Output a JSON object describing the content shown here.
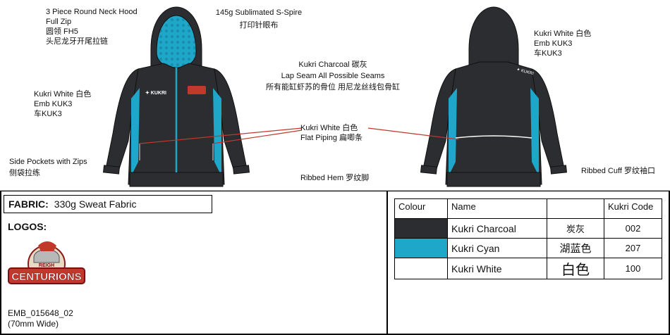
{
  "notes": {
    "hood_1": "3 Piece Round Neck Hood",
    "hood_2": "Full Zip",
    "hood_3": "圆领 FH5",
    "hood_4": "头尼龙牙开尾拉链",
    "spire_1": "145g Sublimated S-Spire",
    "spire_2": "打印针眼布",
    "charcoal_1": "Kukri Charcoal  碳灰",
    "charcoal_2": "Lap Seam All Possible Seams",
    "charcoal_3": "所有能缸虾苏的骨位 用尼龙丝线包骨缸",
    "left_white_1": "Kukri White  白色",
    "left_white_2": "Emb KUK3",
    "left_white_3": "车KUK3",
    "right_white_1": "Kukri White  白色",
    "right_white_2": "Emb KUK3",
    "right_white_3": "车KUK3",
    "piping_1": "Kukri White  白色",
    "piping_2": "Flat Piping   扁唧条",
    "pockets_1": "Side Pockets with Zips",
    "pockets_2": "侧袋拉练",
    "hem": "Ribbed Hem   罗纹脚",
    "cuff": "Ribbed Cuff  罗纹袖口"
  },
  "fabric": {
    "label": "FABRIC:",
    "value": "330g Sweat Fabric"
  },
  "logos": {
    "title": "LOGOS:",
    "brand_small": "KUKRI",
    "emblem_top": "REIGH",
    "emblem_word": "CENTURIONS",
    "caption_1": "EMB_015648_02",
    "caption_2": "(70mm Wide)"
  },
  "color_table": {
    "headers": [
      "Colour",
      "Name",
      "",
      "Kukri Code"
    ],
    "rows": [
      {
        "swatch": "#2b2d30",
        "name": "Kukri Charcoal",
        "cn": "炭灰",
        "code": "002"
      },
      {
        "swatch": "#1ea7c9",
        "name": "Kukri Cyan",
        "cn": "湖蓝色",
        "code": "207"
      },
      {
        "swatch": "#ffffff",
        "name": "Kukri White",
        "cn": "白色",
        "code": "100"
      }
    ]
  },
  "colors": {
    "charcoal": "#2b2d30",
    "cyan": "#1ea7c9",
    "white": "#ffffff",
    "piping_line": "#c0392b"
  }
}
